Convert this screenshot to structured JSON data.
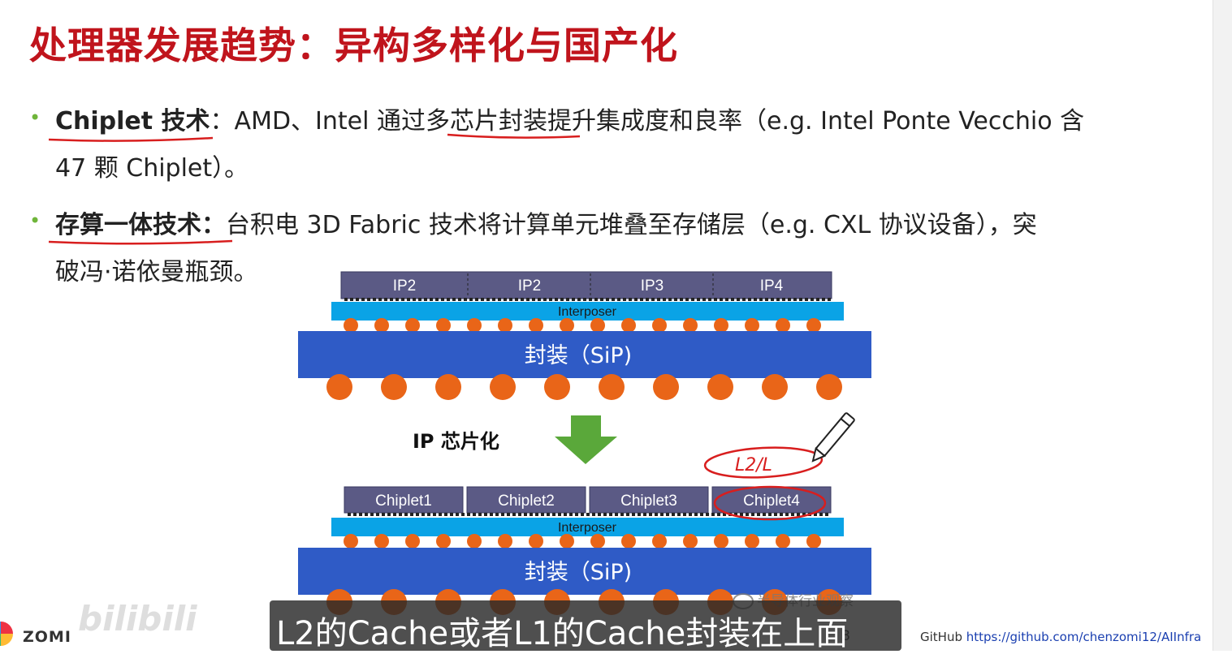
{
  "title": "处理器发展趋势：异构多样化与国产化",
  "bullets": [
    {
      "label": "Chiplet 技术",
      "line1_rest": "：AMD、Intel 通过多芯片封装提升集成度和良率（e.g. Intel Ponte Vecchio 含",
      "line2": "47 颗 Chiplet）。"
    },
    {
      "label": "存算一体技术：",
      "line1_rest": "台积电 3D Fabric 技术将计算单元堆叠至存储层（e.g. CXL 协议设备），突",
      "line2": "破冯·诺依曼瓶颈。"
    }
  ],
  "diagram": {
    "top": {
      "ip_blocks": [
        "IP2",
        "IP2",
        "IP3",
        "IP4"
      ],
      "interposer": "Interposer",
      "package": "封装（SiP)"
    },
    "arrow_label": "IP 芯片化",
    "bottom": {
      "chiplets": [
        "Chiplet1",
        "Chiplet2",
        "Chiplet3",
        "Chiplet4"
      ],
      "interposer": "Interposer",
      "package": "封装（SiP)"
    },
    "colors": {
      "block": "#5b5a85",
      "interposer": "#0aa3e6",
      "package": "#2f5bc6",
      "ball": "#e96518",
      "arrow": "#5aa83a",
      "annotation": "#d81e1e"
    }
  },
  "handwriting": "L2/L",
  "subtitle": "L2的Cache或者L1的Cache封装在上面",
  "footer": {
    "github_label": "GitHub",
    "github_url": "https://github.com/chenzomi12/AIInfra",
    "page": "8",
    "author": "ZOMI",
    "watermark": "bilibili",
    "wechat": "半导体行业观察"
  }
}
